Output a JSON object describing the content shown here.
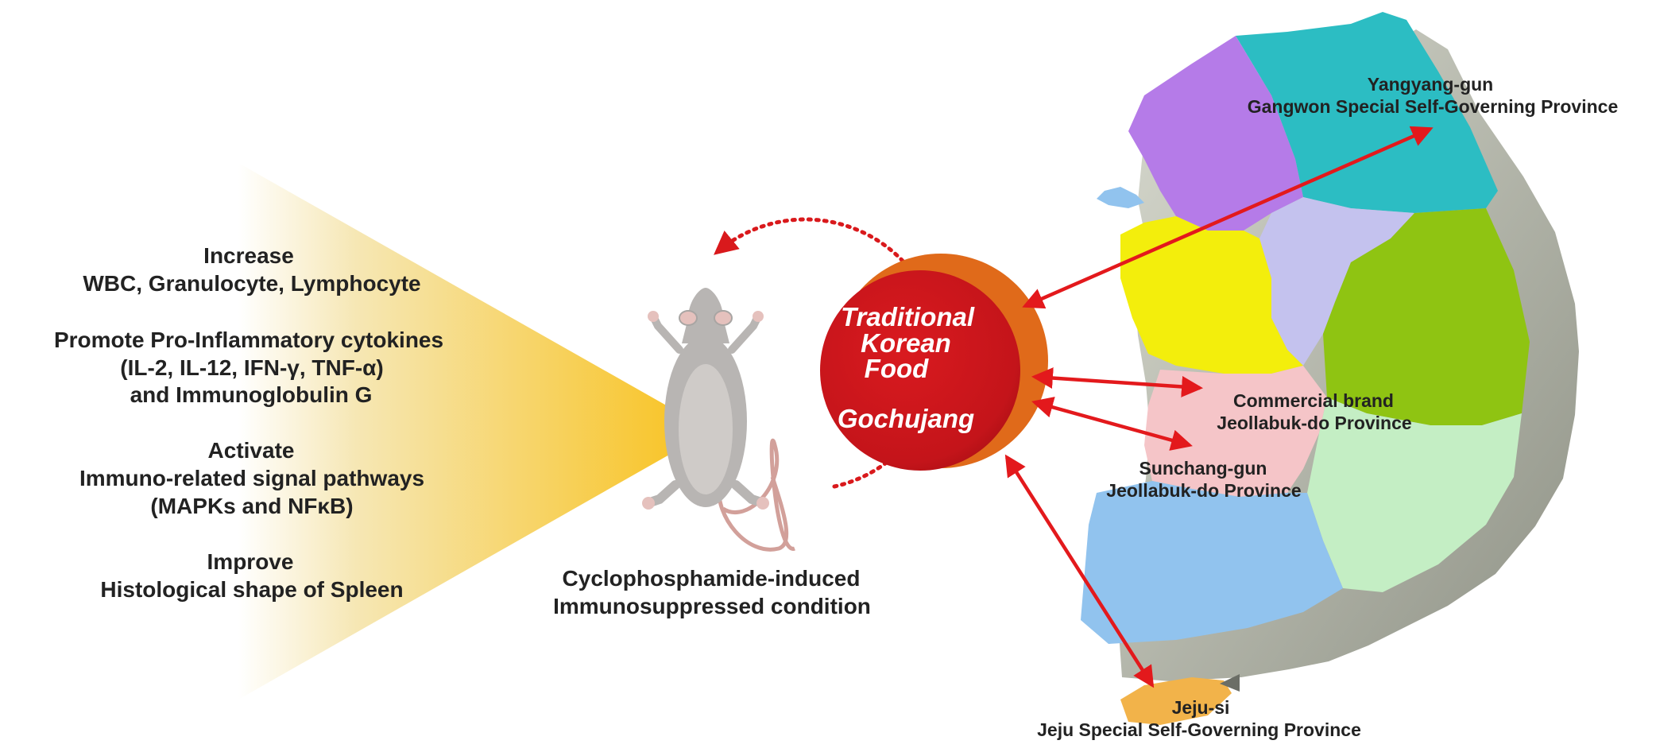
{
  "effects": [
    {
      "heading": "Increase",
      "lines": [
        "WBC, Granulocyte, Lymphocyte"
      ]
    },
    {
      "heading": "Promote Pro-Inflammatory cytokines",
      "lines": [
        "(IL-2, IL-12, IFN-γ, TNF-α)",
        "and Immunoglobulin G"
      ]
    },
    {
      "heading": "Activate",
      "lines": [
        "Immuno-related signal pathways",
        "(MAPKs and NFκB)"
      ]
    },
    {
      "heading": "Improve",
      "lines": [
        "Histological shape of Spleen"
      ]
    }
  ],
  "mouse_caption": [
    "Cyclophosphamide-induced",
    "Immunosuppressed condition"
  ],
  "center": {
    "title_lines": [
      "Traditional",
      "Korean",
      "Food"
    ],
    "product": "Gochujang",
    "color": "#c8141a"
  },
  "regions": [
    {
      "id": "yangyang",
      "place": "Yangyang-gun",
      "province": "Gangwon Special Self-Governing Province"
    },
    {
      "id": "commercial",
      "place": "Commercial brand",
      "province": "Jeollabuk-do Province"
    },
    {
      "id": "sunchang",
      "place": "Sunchang-gun",
      "province": "Jeollabuk-do Province"
    },
    {
      "id": "jeju",
      "place": "Jeju-si",
      "province": "Jeju Special Self-Governing Province"
    }
  ],
  "colors": {
    "arrow": "#e3191c",
    "cone": "#f7c51e",
    "cycle": "#d9191c"
  }
}
